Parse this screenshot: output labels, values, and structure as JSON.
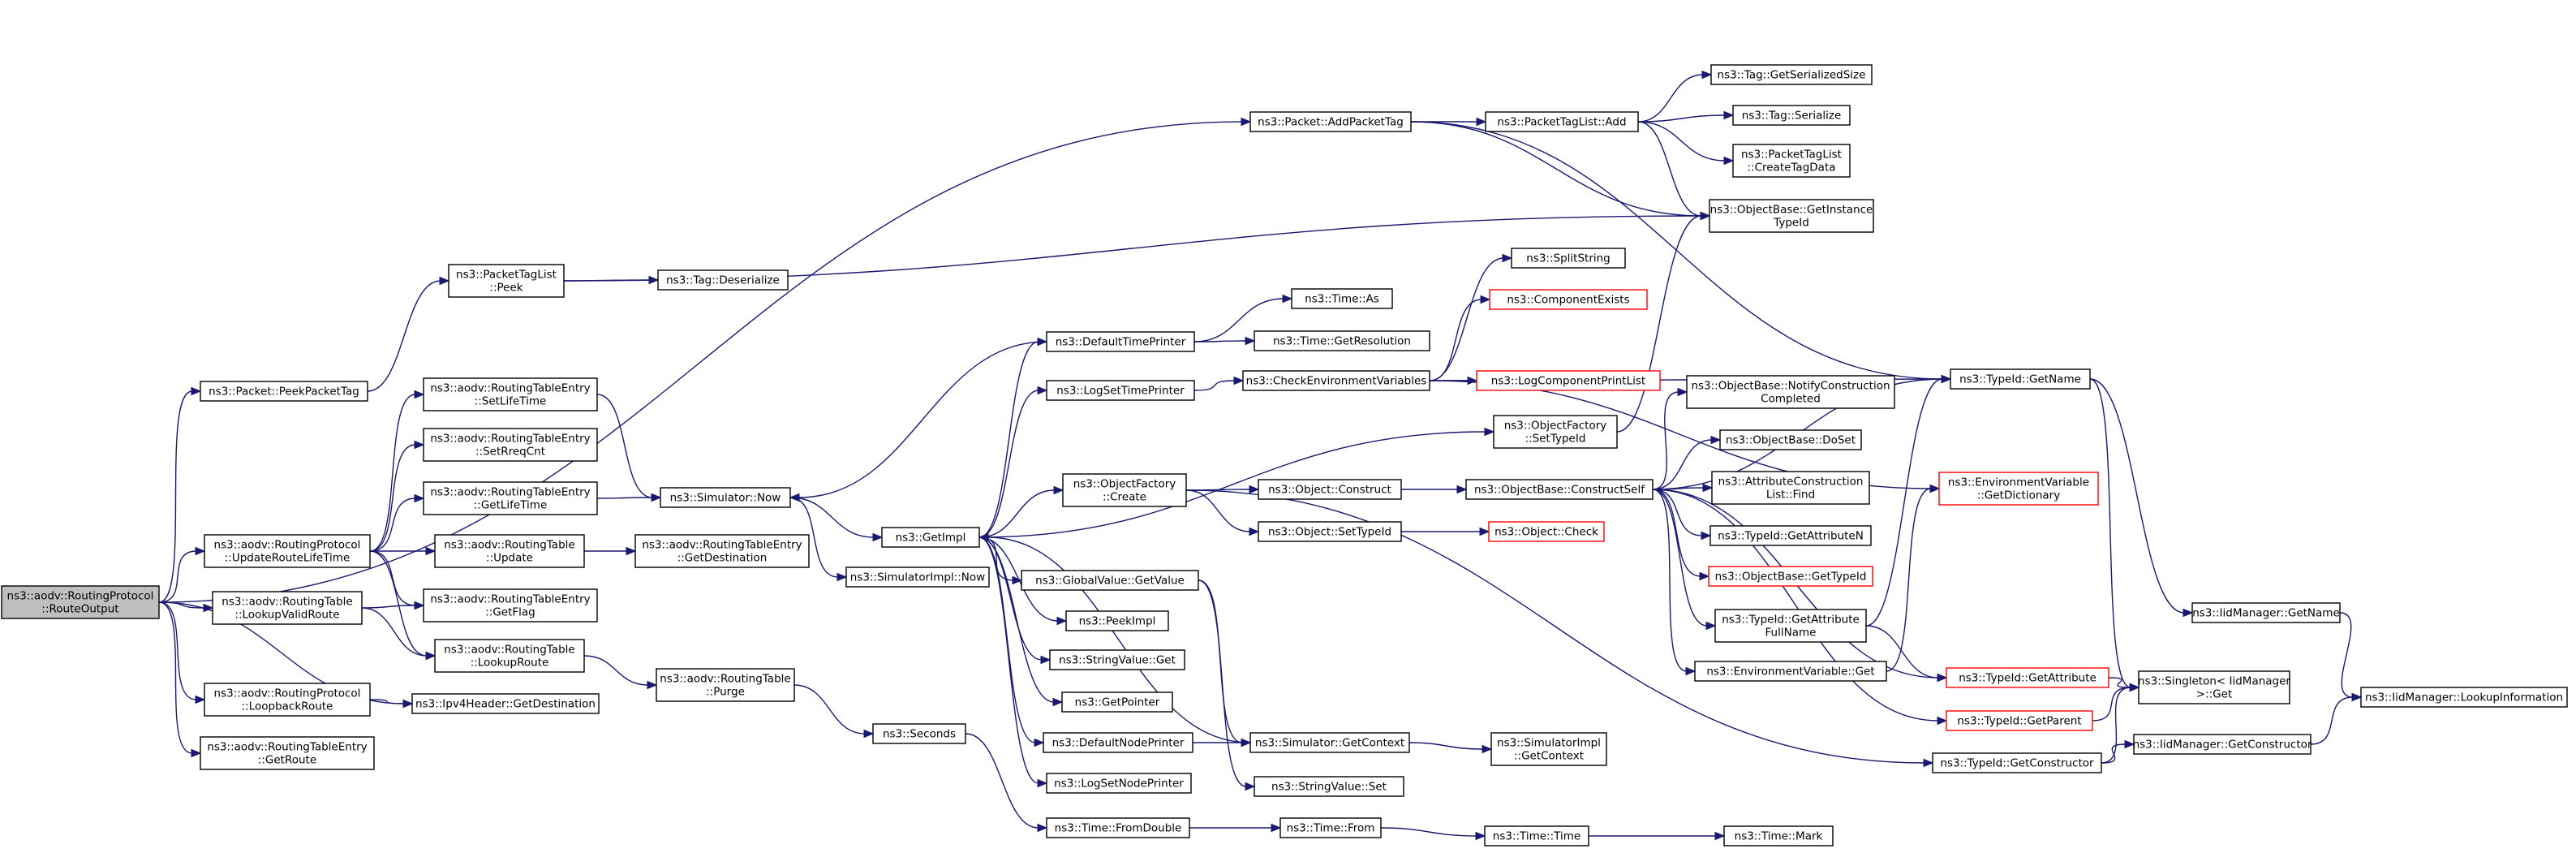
{
  "graph": {
    "root": "route_output",
    "colors": {
      "edge": "#191970",
      "node_border": "#000000",
      "highlight_border": "#ff0000",
      "root_fill": "#bfbfbf"
    },
    "nodes": [
      {
        "id": "route_output",
        "lines": [
          "ns3::aodv::RoutingProtocol",
          "::RouteOutput"
        ],
        "style": "root"
      },
      {
        "id": "add_packet_tag",
        "lines": [
          "ns3::Packet::AddPacketTag"
        ]
      },
      {
        "id": "peek_packet_tag",
        "lines": [
          "ns3::Packet::PeekPacketTag"
        ]
      },
      {
        "id": "update_route_lifetime",
        "lines": [
          "ns3::aodv::RoutingProtocol",
          "::UpdateRouteLifeTime"
        ]
      },
      {
        "id": "lookup_valid_route",
        "lines": [
          "ns3::aodv::RoutingTable",
          "::LookupValidRoute"
        ]
      },
      {
        "id": "loopback_route",
        "lines": [
          "ns3::aodv::RoutingProtocol",
          "::LoopbackRoute"
        ]
      },
      {
        "id": "rte_get_route",
        "lines": [
          "ns3::aodv::RoutingTableEntry",
          "::GetRoute"
        ]
      },
      {
        "id": "tag_get_serialized_size",
        "lines": [
          "ns3::Tag::GetSerializedSize"
        ]
      },
      {
        "id": "packet_tag_list_add",
        "lines": [
          "ns3::PacketTagList::Add"
        ]
      },
      {
        "id": "tag_serialize",
        "lines": [
          "ns3::Tag::Serialize"
        ]
      },
      {
        "id": "ptl_create_tag_data",
        "lines": [
          "ns3::PacketTagList",
          "::CreateTagData"
        ]
      },
      {
        "id": "get_instance_typeid",
        "lines": [
          "ns3::ObjectBase::GetInstance",
          "TypeId"
        ]
      },
      {
        "id": "ptl_peek",
        "lines": [
          "ns3::PacketTagList",
          "::Peek"
        ]
      },
      {
        "id": "tag_deserialize",
        "lines": [
          "ns3::Tag::Deserialize"
        ]
      },
      {
        "id": "rte_set_lifetime",
        "lines": [
          "ns3::aodv::RoutingTableEntry",
          "::SetLifeTime"
        ]
      },
      {
        "id": "rte_set_rreq_cnt",
        "lines": [
          "ns3::aodv::RoutingTableEntry",
          "::SetRreqCnt"
        ]
      },
      {
        "id": "rte_get_lifetime",
        "lines": [
          "ns3::aodv::RoutingTableEntry",
          "::GetLifeTime"
        ]
      },
      {
        "id": "rt_update",
        "lines": [
          "ns3::aodv::RoutingTable",
          "::Update"
        ]
      },
      {
        "id": "rte_get_flag",
        "lines": [
          "ns3::aodv::RoutingTableEntry",
          "::GetFlag"
        ]
      },
      {
        "id": "rt_lookup_route",
        "lines": [
          "ns3::aodv::RoutingTable",
          "::LookupRoute"
        ]
      },
      {
        "id": "ipv4_get_destination",
        "lines": [
          "ns3::Ipv4Header::GetDestination"
        ]
      },
      {
        "id": "simulator_now",
        "lines": [
          "ns3::Simulator::Now"
        ]
      },
      {
        "id": "rte_get_destination",
        "lines": [
          "ns3::aodv::RoutingTableEntry",
          "::GetDestination"
        ]
      },
      {
        "id": "rt_purge",
        "lines": [
          "ns3::aodv::RoutingTable",
          "::Purge"
        ]
      },
      {
        "id": "default_time_printer",
        "lines": [
          "ns3::DefaultTimePrinter"
        ]
      },
      {
        "id": "time_as",
        "lines": [
          "ns3::Time::As"
        ]
      },
      {
        "id": "time_get_resolution",
        "lines": [
          "ns3::Time::GetResolution"
        ]
      },
      {
        "id": "log_set_time_printer",
        "lines": [
          "ns3::LogSetTimePrinter"
        ]
      },
      {
        "id": "check_env_vars",
        "lines": [
          "ns3::CheckEnvironmentVariables"
        ]
      },
      {
        "id": "split_string",
        "lines": [
          "ns3::SplitString"
        ]
      },
      {
        "id": "component_exists",
        "lines": [
          "ns3::ComponentExists"
        ],
        "style": "red"
      },
      {
        "id": "log_component_print_list",
        "lines": [
          "ns3::LogComponentPrintList"
        ],
        "style": "red"
      },
      {
        "id": "get_impl",
        "lines": [
          "ns3::GetImpl"
        ]
      },
      {
        "id": "simimpl_now",
        "lines": [
          "ns3::SimulatorImpl::Now"
        ]
      },
      {
        "id": "object_factory_create",
        "lines": [
          "ns3::ObjectFactory",
          "::Create"
        ]
      },
      {
        "id": "object_construct",
        "lines": [
          "ns3::Object::Construct"
        ]
      },
      {
        "id": "object_set_typeid",
        "lines": [
          "ns3::Object::SetTypeId"
        ]
      },
      {
        "id": "object_check",
        "lines": [
          "ns3::Object::Check"
        ],
        "style": "red"
      },
      {
        "id": "object_factory_set_typeid",
        "lines": [
          "ns3::ObjectFactory",
          "::SetTypeId"
        ]
      },
      {
        "id": "construct_self",
        "lines": [
          "ns3::ObjectBase::ConstructSelf"
        ]
      },
      {
        "id": "notify_construction_completed",
        "lines": [
          "ns3::ObjectBase::NotifyConstruction",
          "Completed"
        ]
      },
      {
        "id": "do_set",
        "lines": [
          "ns3::ObjectBase::DoSet"
        ]
      },
      {
        "id": "attr_construction_list_find",
        "lines": [
          "ns3::AttributeConstruction",
          "List::Find"
        ]
      },
      {
        "id": "typeid_get_attribute_n",
        "lines": [
          "ns3::TypeId::GetAttributeN"
        ]
      },
      {
        "id": "objectbase_get_typeid",
        "lines": [
          "ns3::ObjectBase::GetTypeId"
        ],
        "style": "red"
      },
      {
        "id": "typeid_get_attribute_full_name",
        "lines": [
          "ns3::TypeId::GetAttribute",
          "FullName"
        ]
      },
      {
        "id": "env_var_get",
        "lines": [
          "ns3::EnvironmentVariable::Get"
        ]
      },
      {
        "id": "typeid_get_attribute",
        "lines": [
          "ns3::TypeId::GetAttribute"
        ],
        "style": "red"
      },
      {
        "id": "typeid_get_parent",
        "lines": [
          "ns3::TypeId::GetParent"
        ],
        "style": "red"
      },
      {
        "id": "typeid_get_constructor",
        "lines": [
          "ns3::TypeId::GetConstructor"
        ]
      },
      {
        "id": "typeid_get_name",
        "lines": [
          "ns3::TypeId::GetName"
        ]
      },
      {
        "id": "env_var_get_dictionary",
        "lines": [
          "ns3::EnvironmentVariable",
          "::GetDictionary"
        ],
        "style": "red"
      },
      {
        "id": "iid_manager_get_name",
        "lines": [
          "ns3::IidManager::GetName"
        ]
      },
      {
        "id": "singleton_get",
        "lines": [
          "ns3::Singleton< IidManager",
          ">::Get"
        ]
      },
      {
        "id": "iid_manager_get_constructor",
        "lines": [
          "ns3::IidManager::GetConstructor"
        ]
      },
      {
        "id": "iid_manager_lookup_information",
        "lines": [
          "ns3::IidManager::LookupInformation"
        ]
      },
      {
        "id": "global_value_get_value",
        "lines": [
          "ns3::GlobalValue::GetValue"
        ]
      },
      {
        "id": "peek_impl",
        "lines": [
          "ns3::PeekImpl"
        ]
      },
      {
        "id": "string_value_get",
        "lines": [
          "ns3::StringValue::Get"
        ]
      },
      {
        "id": "get_pointer",
        "lines": [
          "ns3::GetPointer"
        ]
      },
      {
        "id": "default_node_printer",
        "lines": [
          "ns3::DefaultNodePrinter"
        ]
      },
      {
        "id": "log_set_node_printer",
        "lines": [
          "ns3::LogSetNodePrinter"
        ]
      },
      {
        "id": "simulator_get_context",
        "lines": [
          "ns3::Simulator::GetContext"
        ]
      },
      {
        "id": "simimpl_get_context",
        "lines": [
          "ns3::SimulatorImpl",
          "::GetContext"
        ]
      },
      {
        "id": "string_value_set",
        "lines": [
          "ns3::StringValue::Set"
        ]
      },
      {
        "id": "seconds",
        "lines": [
          "ns3::Seconds"
        ]
      },
      {
        "id": "time_from_double",
        "lines": [
          "ns3::Time::FromDouble"
        ]
      },
      {
        "id": "time_from",
        "lines": [
          "ns3::Time::From"
        ]
      },
      {
        "id": "time_time",
        "lines": [
          "ns3::Time::Time"
        ]
      },
      {
        "id": "time_mark",
        "lines": [
          "ns3::Time::Mark"
        ]
      }
    ],
    "edges": [
      [
        "route_output",
        "add_packet_tag"
      ],
      [
        "route_output",
        "peek_packet_tag"
      ],
      [
        "route_output",
        "update_route_lifetime"
      ],
      [
        "route_output",
        "lookup_valid_route"
      ],
      [
        "route_output",
        "ipv4_get_destination"
      ],
      [
        "route_output",
        "loopback_route"
      ],
      [
        "route_output",
        "rte_get_route"
      ],
      [
        "add_packet_tag",
        "typeid_get_name"
      ],
      [
        "add_packet_tag",
        "packet_tag_list_add"
      ],
      [
        "add_packet_tag",
        "get_instance_typeid"
      ],
      [
        "packet_tag_list_add",
        "tag_get_serialized_size"
      ],
      [
        "packet_tag_list_add",
        "tag_serialize"
      ],
      [
        "packet_tag_list_add",
        "ptl_create_tag_data"
      ],
      [
        "packet_tag_list_add",
        "get_instance_typeid"
      ],
      [
        "peek_packet_tag",
        "ptl_peek"
      ],
      [
        "ptl_peek",
        "get_instance_typeid"
      ],
      [
        "ptl_peek",
        "tag_deserialize"
      ],
      [
        "update_route_lifetime",
        "rte_set_lifetime"
      ],
      [
        "update_route_lifetime",
        "rte_set_rreq_cnt"
      ],
      [
        "update_route_lifetime",
        "rte_get_lifetime"
      ],
      [
        "update_route_lifetime",
        "rt_update"
      ],
      [
        "update_route_lifetime",
        "rte_get_flag"
      ],
      [
        "update_route_lifetime",
        "rt_lookup_route"
      ],
      [
        "rte_set_lifetime",
        "simulator_now"
      ],
      [
        "rte_get_lifetime",
        "simulator_now"
      ],
      [
        "rt_update",
        "rte_get_destination"
      ],
      [
        "lookup_valid_route",
        "rte_get_flag"
      ],
      [
        "lookup_valid_route",
        "rt_lookup_route"
      ],
      [
        "loopback_route",
        "ipv4_get_destination"
      ],
      [
        "rt_lookup_route",
        "rt_purge"
      ],
      [
        "rt_purge",
        "seconds"
      ],
      [
        "simulator_now",
        "get_impl"
      ],
      [
        "simulator_now",
        "simimpl_now"
      ],
      [
        "get_impl",
        "default_time_printer"
      ],
      [
        "get_impl",
        "log_set_time_printer"
      ],
      [
        "get_impl",
        "object_factory_set_typeid"
      ],
      [
        "get_impl",
        "object_factory_create"
      ],
      [
        "get_impl",
        "global_value_get_value"
      ],
      [
        "get_impl",
        "peek_impl"
      ],
      [
        "get_impl",
        "string_value_get"
      ],
      [
        "get_impl",
        "get_pointer"
      ],
      [
        "get_impl",
        "default_node_printer"
      ],
      [
        "get_impl",
        "log_set_node_printer"
      ],
      [
        "default_time_printer",
        "simulator_now"
      ],
      [
        "default_time_printer",
        "time_as"
      ],
      [
        "default_time_printer",
        "time_get_resolution"
      ],
      [
        "log_set_time_printer",
        "check_env_vars"
      ],
      [
        "check_env_vars",
        "split_string"
      ],
      [
        "check_env_vars",
        "component_exists"
      ],
      [
        "check_env_vars",
        "log_component_print_list"
      ],
      [
        "check_env_vars",
        "env_var_get_dictionary"
      ],
      [
        "check_env_vars",
        "typeid_get_name"
      ],
      [
        "object_factory_set_typeid",
        "get_instance_typeid"
      ],
      [
        "object_factory_create",
        "object_construct"
      ],
      [
        "object_factory_create",
        "object_set_typeid"
      ],
      [
        "object_factory_create",
        "typeid_get_constructor"
      ],
      [
        "object_construct",
        "construct_self"
      ],
      [
        "object_set_typeid",
        "object_check"
      ],
      [
        "construct_self",
        "typeid_get_name"
      ],
      [
        "construct_self",
        "notify_construction_completed"
      ],
      [
        "construct_self",
        "do_set"
      ],
      [
        "construct_self",
        "attr_construction_list_find"
      ],
      [
        "construct_self",
        "typeid_get_attribute_n"
      ],
      [
        "construct_self",
        "objectbase_get_typeid"
      ],
      [
        "construct_self",
        "typeid_get_attribute_full_name"
      ],
      [
        "construct_self",
        "env_var_get"
      ],
      [
        "construct_self",
        "typeid_get_attribute"
      ],
      [
        "construct_self",
        "typeid_get_parent"
      ],
      [
        "typeid_get_attribute_full_name",
        "typeid_get_name"
      ],
      [
        "typeid_get_attribute_full_name",
        "typeid_get_attribute"
      ],
      [
        "env_var_get",
        "env_var_get_dictionary"
      ],
      [
        "typeid_get_attribute",
        "singleton_get"
      ],
      [
        "typeid_get_parent",
        "singleton_get"
      ],
      [
        "typeid_get_constructor",
        "singleton_get"
      ],
      [
        "typeid_get_constructor",
        "iid_manager_get_constructor"
      ],
      [
        "typeid_get_name",
        "singleton_get"
      ],
      [
        "typeid_get_name",
        "iid_manager_get_name"
      ],
      [
        "iid_manager_get_name",
        "iid_manager_lookup_information"
      ],
      [
        "iid_manager_get_constructor",
        "iid_manager_lookup_information"
      ],
      [
        "global_value_get_value",
        "simulator_get_context"
      ],
      [
        "global_value_get_value",
        "string_value_set"
      ],
      [
        "default_node_printer",
        "simulator_get_context"
      ],
      [
        "simulator_get_context",
        "get_impl"
      ],
      [
        "simulator_get_context",
        "simimpl_get_context"
      ],
      [
        "seconds",
        "time_from_double"
      ],
      [
        "time_from_double",
        "time_from"
      ],
      [
        "time_from",
        "time_time"
      ],
      [
        "time_time",
        "time_mark"
      ]
    ]
  }
}
